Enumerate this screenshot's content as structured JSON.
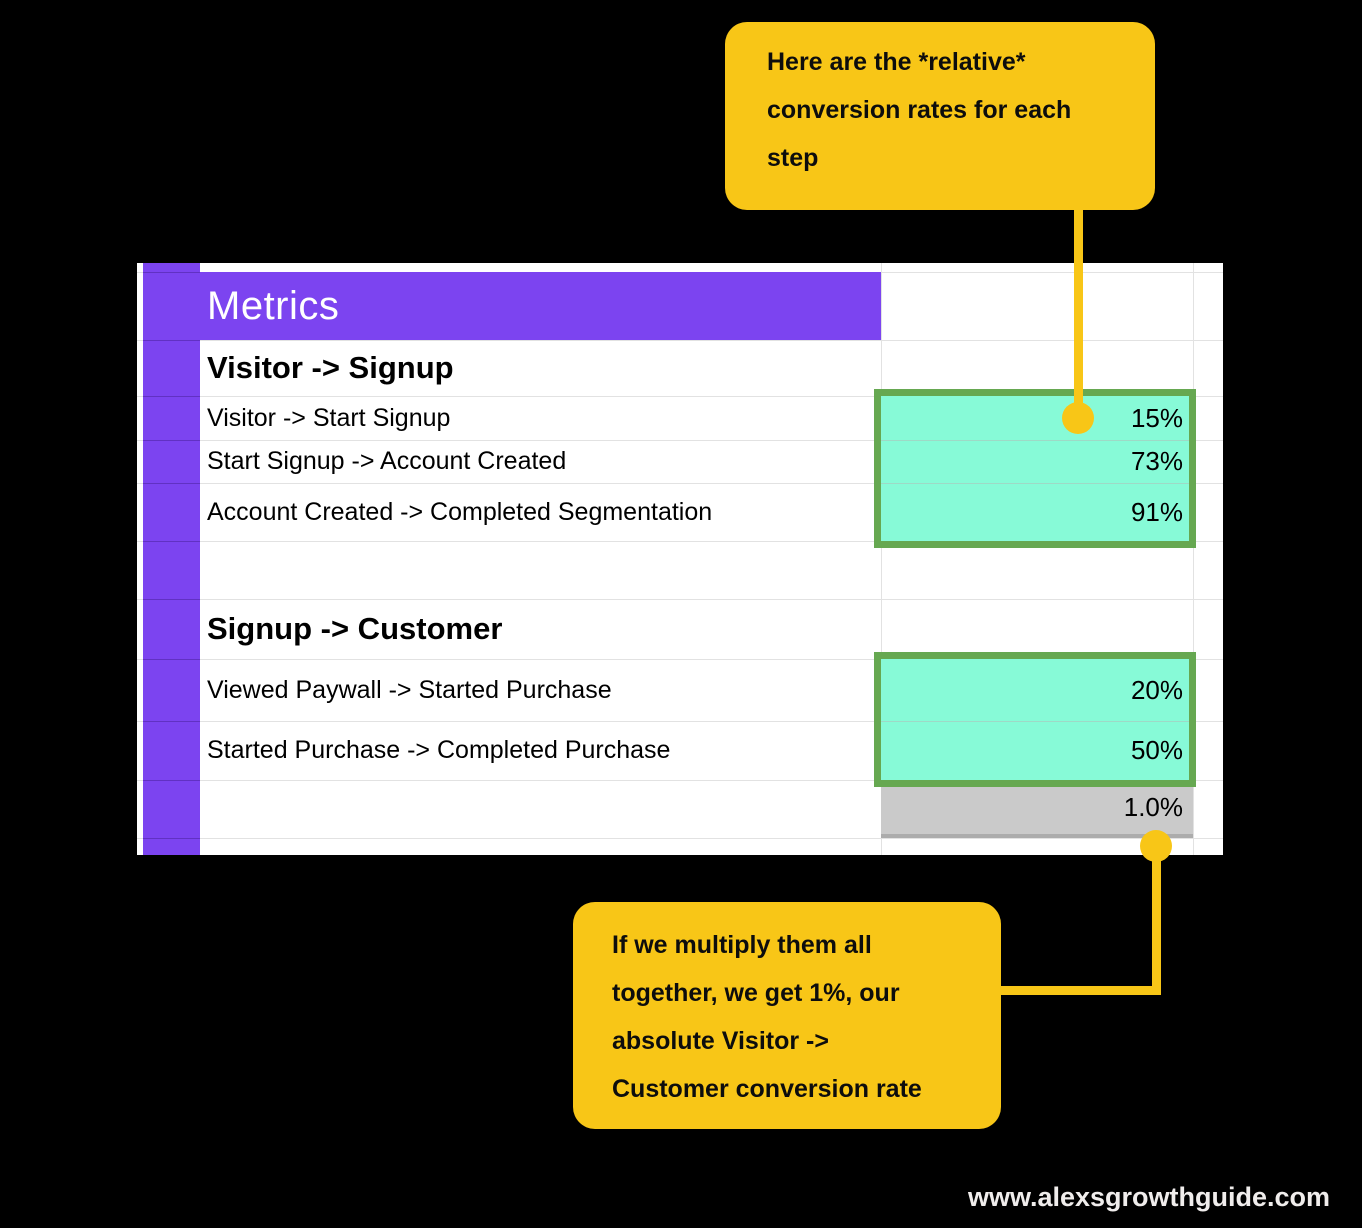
{
  "sheet": {
    "header": "Metrics",
    "rows": [
      {
        "type": "section",
        "label": "Visitor -> Signup"
      },
      {
        "type": "metric",
        "label": "Visitor -> Start Signup",
        "value": "15%"
      },
      {
        "type": "metric",
        "label": "Start Signup -> Account Created",
        "value": "73%"
      },
      {
        "type": "metric",
        "label": "Account Created -> Completed Segmentation",
        "value": "91%"
      },
      {
        "type": "empty",
        "label": ""
      },
      {
        "type": "section",
        "label": "Signup -> Customer"
      },
      {
        "type": "metric",
        "label": "Viewed Paywall -> Started Purchase",
        "value": "20%"
      },
      {
        "type": "metric",
        "label": "Started Purchase -> Completed Purchase",
        "value": "50%"
      },
      {
        "type": "total",
        "label": "",
        "value": "1.0%"
      }
    ]
  },
  "callout_top": {
    "text": "Here are the *relative* conversion rates for each step"
  },
  "callout_bottom": {
    "text": "If we multiply them all together, we get 1%, our absolute Visitor -> Customer conversion rate"
  },
  "watermark": "www.alexsgrowthguide.com",
  "colors": {
    "background": "#000000",
    "annotation_yellow": "#F8C617",
    "header_purple": "#7C44F0",
    "highlight_mint": "#87FAD7",
    "highlight_border_green": "#66A851",
    "total_gray": "#CACACA",
    "gridline": "#E2E2E2"
  }
}
